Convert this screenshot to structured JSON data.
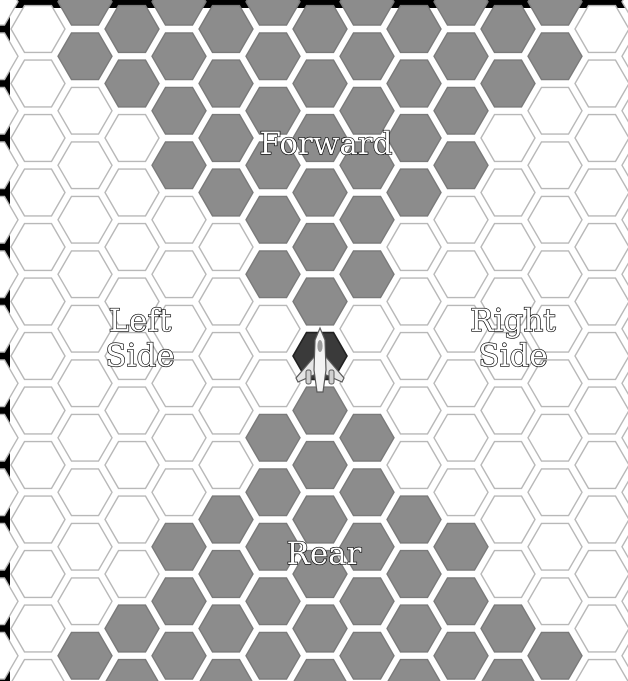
{
  "board": {
    "colors": {
      "background": "#000000",
      "open_hex": "#ffffff",
      "arc_hex": "#8c8c8c",
      "ship_hex": "#3a3a3a",
      "hex_border": "#b8b8b8"
    },
    "arcs": {
      "forward": "Forward",
      "left_line1": "Left",
      "left_line2": "Side",
      "right_line1": "Right",
      "right_line2": "Side",
      "rear": "Rear"
    },
    "ship": {
      "icon": "starfighter-icon",
      "facing": "forward"
    }
  }
}
